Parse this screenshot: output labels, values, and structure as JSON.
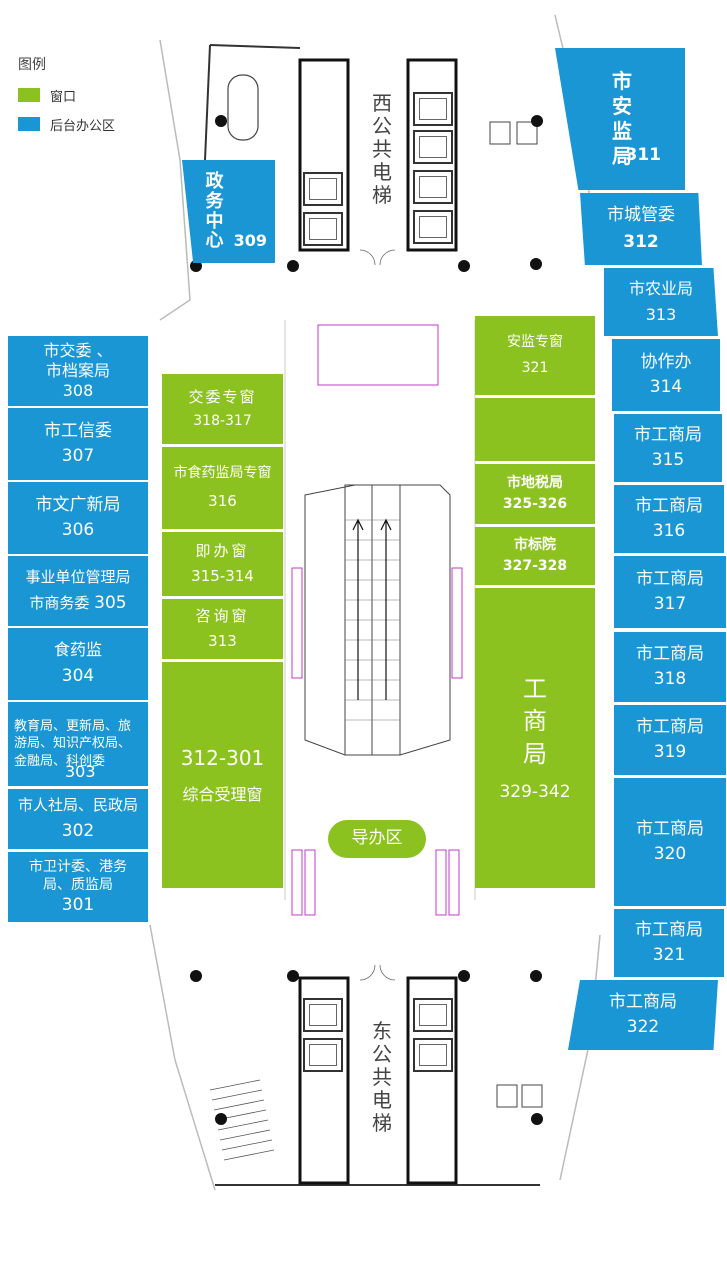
{
  "legend": {
    "title": "图例",
    "items": [
      {
        "label": "窗口",
        "color": "#8cc21f"
      },
      {
        "label": "后台办公区",
        "color": "#1a96d4"
      }
    ]
  },
  "towers": {
    "west": "西公共电梯",
    "east": "东公共电梯"
  },
  "guide_area": "导办区",
  "left_offices": [
    {
      "line1": "市交委 、",
      "line2": "市档案局",
      "num": "308"
    },
    {
      "line1": "市工信委",
      "line2": "",
      "num": "307"
    },
    {
      "line1": "市文广新局",
      "line2": "",
      "num": "306"
    },
    {
      "line1": "事业单位管理局",
      "line2": "市商务委",
      "num": "305"
    },
    {
      "line1": "食药监",
      "line2": "",
      "num": "304"
    },
    {
      "line1": "教育局、更新局、旅游局、知识产权局、金融局、科创委",
      "line2": "",
      "num": "303"
    },
    {
      "line1": "市人社局、民政局",
      "line2": "",
      "num": "302"
    },
    {
      "line1": "市卫计委、港务局、质监局",
      "line2": "",
      "num": "301"
    }
  ],
  "right_offices": [
    {
      "name": "市安监局",
      "num": "311"
    },
    {
      "name": "市城管委",
      "num": "312"
    },
    {
      "name": "市农业局",
      "num": "313"
    },
    {
      "name": "协作办",
      "num": "314"
    },
    {
      "name": "市工商局",
      "num": "315"
    },
    {
      "name": "市工商局",
      "num": "316"
    },
    {
      "name": "市工商局",
      "num": "317"
    },
    {
      "name": "市工商局",
      "num": "318"
    },
    {
      "name": "市工商局",
      "num": "319"
    },
    {
      "name": "市工商局",
      "num": "320"
    },
    {
      "name": "市工商局",
      "num": "321"
    },
    {
      "name": "市工商局",
      "num": "322"
    }
  ],
  "gov_center": {
    "name": "政务中心",
    "num": "309"
  },
  "left_windows": [
    {
      "name": "交委专窗",
      "num": "318-317"
    },
    {
      "name": "市食药监局专窗",
      "num": "316"
    },
    {
      "name": "即办窗",
      "num": "315-314"
    },
    {
      "name": "咨询窗",
      "num": "313"
    },
    {
      "name": "综合受理窗",
      "num": "312-301"
    }
  ],
  "right_windows": [
    {
      "name": "安监专窗",
      "num": "321"
    },
    {
      "name": "",
      "num": ""
    },
    {
      "name": "市地税局",
      "num": "325-326"
    },
    {
      "name": "市标院",
      "num": "327-328"
    },
    {
      "name": "工商局",
      "num": "329-342"
    }
  ]
}
